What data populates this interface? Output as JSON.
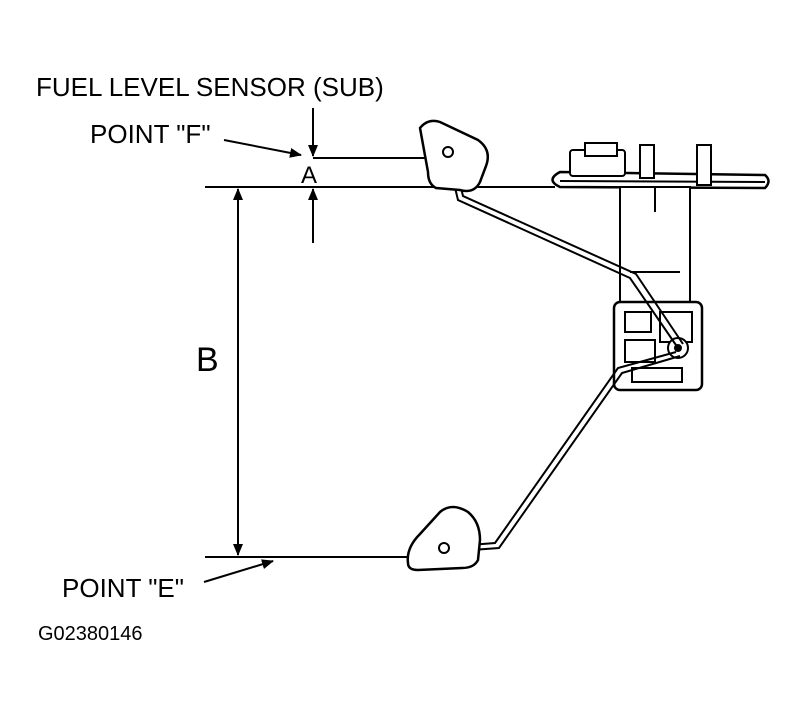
{
  "labels": {
    "title": "FUEL LEVEL SENSOR (SUB)",
    "point_f": "POINT \"F\"",
    "point_e": "POINT \"E\"",
    "dim_a": "A",
    "dim_b": "B",
    "figure_id": "G02380146"
  },
  "colors": {
    "line": "#000000",
    "background": "#ffffff"
  }
}
